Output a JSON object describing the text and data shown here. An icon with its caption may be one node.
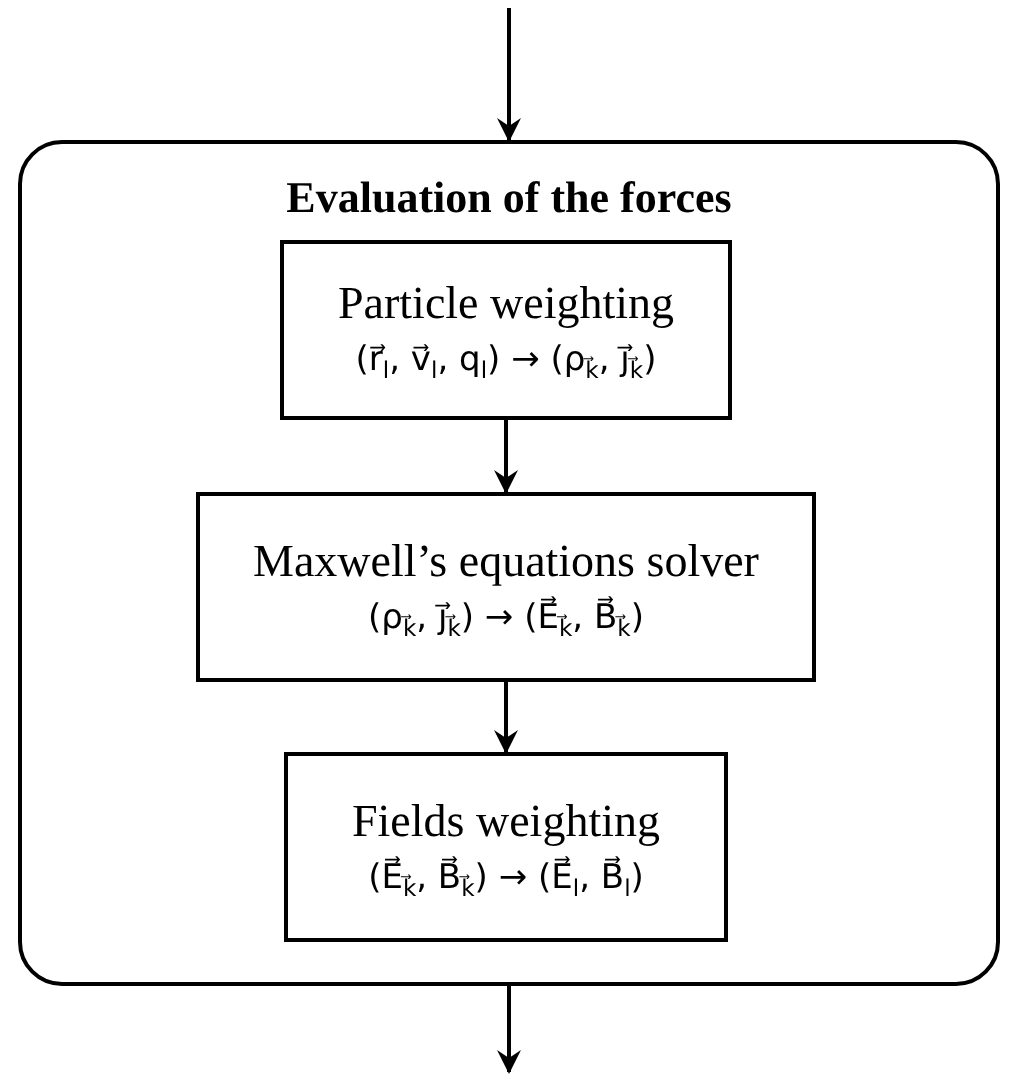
{
  "diagram": {
    "nodes": [
      {
        "text": [
          "Evaluation of the forces"
        ]
      },
      {
        "text": [
          "Particle weighting",
          "(r⃗$_{l}$, v⃗$_{l}$, q$_{l}$) → (ρ$_{k⃗}$, j⃗$_{k⃗}$)"
        ],
        "in": 0
      },
      {
        "text": [
          "Maxwell’s equations solver",
          "(ρ$_{k⃗}$, j⃗$_{k⃗}$) → (E⃗$_{k⃗}$, B⃗$_{k⃗}$)"
        ],
        "in": 0
      },
      {
        "text": [
          "Fields weighting",
          "(E⃗$_{k⃗}$, B⃗$_{k⃗}$) → (E⃗$_{l}$, B⃗$_{l}$)"
        ],
        "in": 0
      }
    ],
    "edges": [
      {
        "from": null,
        "to": 0,
        "arrow": "to"
      },
      {
        "from": 1,
        "to": 2,
        "arrow": "to"
      },
      {
        "from": 2,
        "to": 3,
        "arrow": "to"
      },
      {
        "from": 0,
        "to": null,
        "arrow": "to"
      }
    ]
  }
}
